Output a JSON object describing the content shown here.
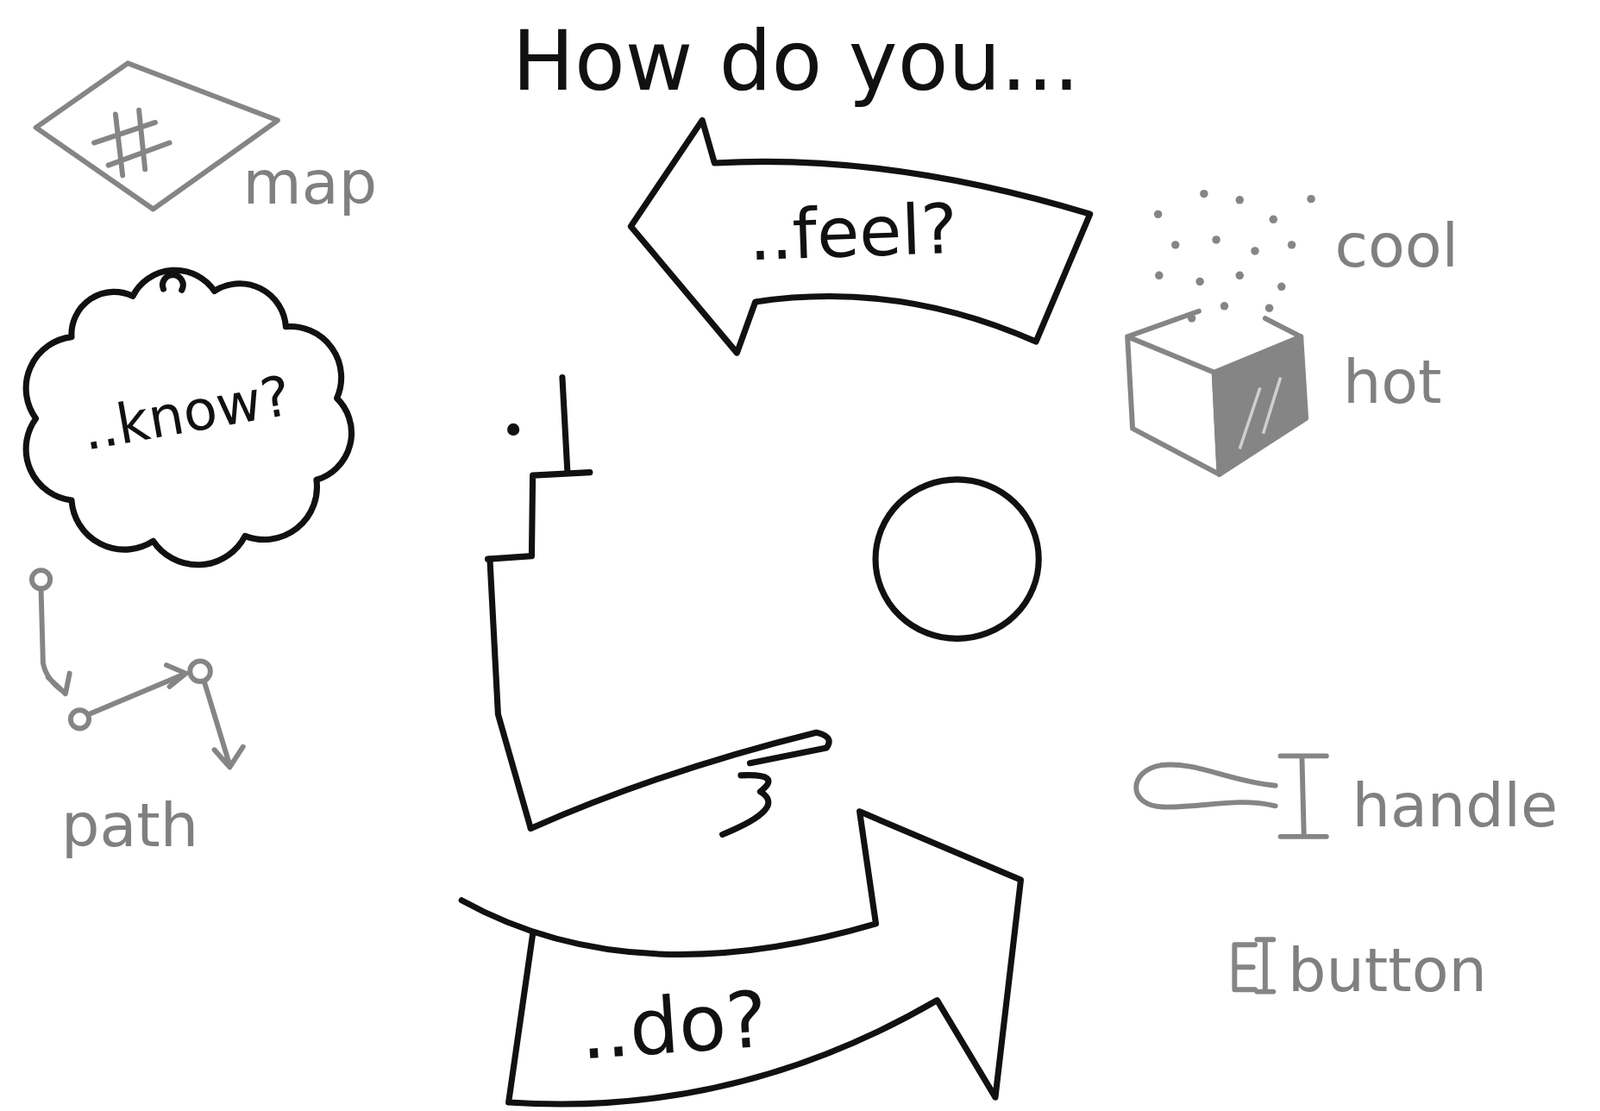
{
  "diagram": {
    "title": "How do you...",
    "nodes": [
      {
        "text": [
          "..feel?"
        ]
      },
      {
        "text": [
          "..know?"
        ]
      },
      {
        "text": [
          "..do?"
        ]
      }
    ],
    "labels": [
      "map",
      "cool",
      "hot",
      "path",
      "handle",
      "button"
    ]
  }
}
